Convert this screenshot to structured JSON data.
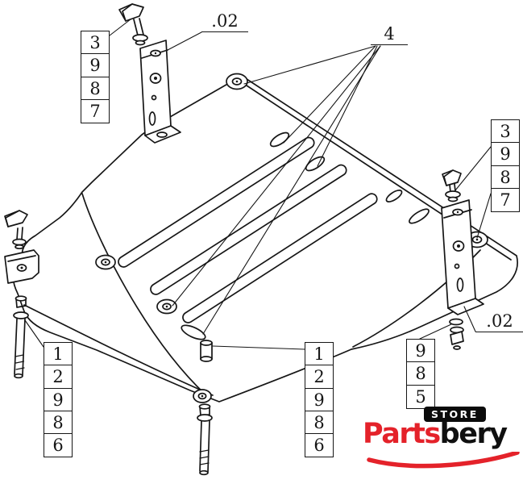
{
  "callouts": {
    "part_code_top_left": ".02",
    "part_code_right": ".02",
    "fasteners_label": "4",
    "stack_top_left": [
      "3",
      "9",
      "8",
      "7"
    ],
    "stack_top_right": [
      "3",
      "9",
      "8",
      "7"
    ],
    "stack_mid_right": [
      "9",
      "8",
      "5"
    ],
    "stack_bottom_left": [
      "1",
      "2",
      "9",
      "8",
      "6"
    ],
    "stack_bottom_center": [
      "1",
      "2",
      "9",
      "8",
      "6"
    ]
  },
  "logo": {
    "badge": "STORE",
    "brand_primary": "Parts",
    "brand_secondary": "bery",
    "brand_color": "#e4222a",
    "text_color": "#101010"
  }
}
